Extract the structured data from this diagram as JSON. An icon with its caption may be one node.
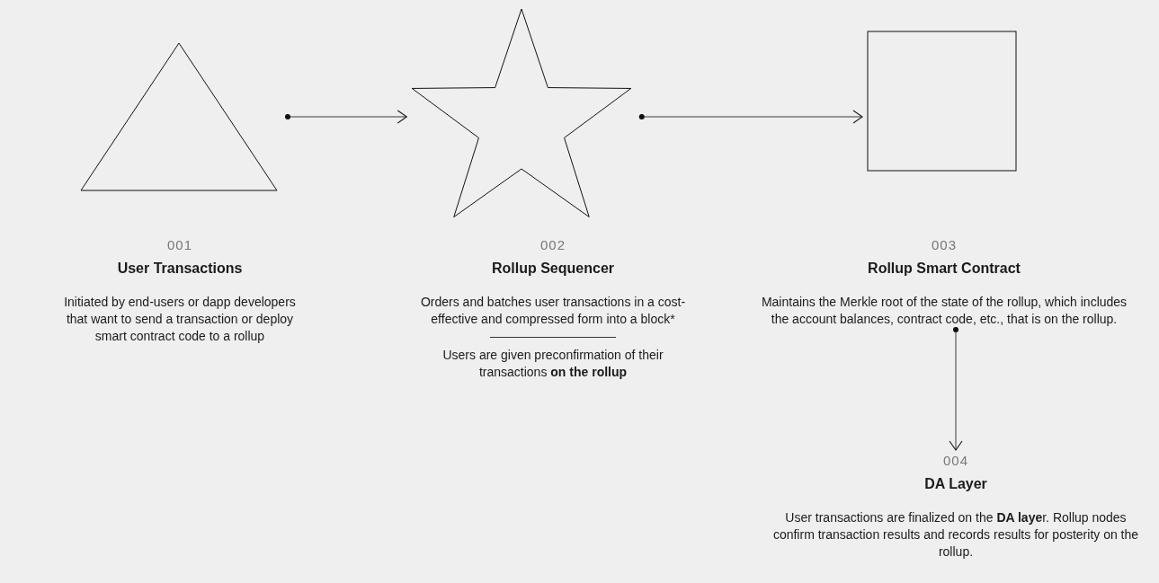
{
  "diagram": {
    "nodes": [
      {
        "text": [],
        "shape": "triangle",
        "beside": [
          "001",
          "User Transactions",
          "Initiated by end-users or dapp developers that want to send a transaction or deploy smart contract code to a rollup"
        ]
      },
      {
        "text": [],
        "shape": "star",
        "beside": [
          "002",
          "Rollup Sequencer",
          "Orders and batches user transactions in a cost-effective and compressed form into a block*",
          "Users are given preconfirmation of their transactions **on the rollup**"
        ]
      },
      {
        "text": [],
        "shape": "box",
        "beside": [
          "003",
          "Rollup Smart Contract",
          "Maintains the Merkle root of the state of the rollup, which includes the account balances, contract code, etc., that is on the rollup."
        ]
      },
      {
        "text": [
          "004",
          "DA Layer",
          "User transactions are finalized on the **DA laye**r. Rollup nodes confirm transaction results and records results for posterity on the rollup."
        ]
      }
    ],
    "edges": [
      {
        "from": 0,
        "to": 1,
        "arrow": "to"
      },
      {
        "from": 1,
        "to": 2,
        "arrow": "to"
      },
      {
        "from": 2,
        "to": 3,
        "arrow": "to"
      }
    ]
  }
}
